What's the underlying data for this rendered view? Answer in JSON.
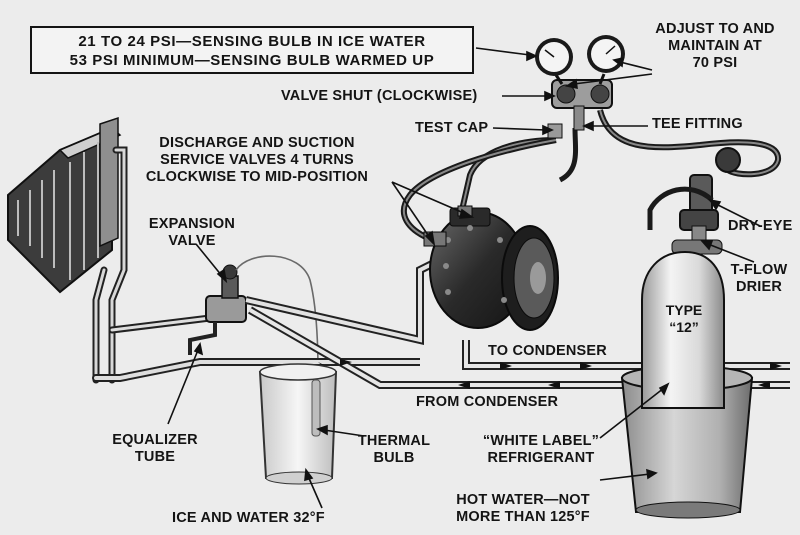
{
  "header_box": {
    "line1": "21 TO 24 PSI—SENSING BULB IN ICE WATER",
    "line2": "53 PSI MINIMUM—SENSING BULB WARMED UP"
  },
  "labels": {
    "adjust": [
      "ADJUST TO AND",
      "MAINTAIN AT",
      "70 PSI"
    ],
    "valve_shut": "VALVE SHUT (CLOCKWISE)",
    "test_cap": "TEST CAP",
    "tee_fitting": "TEE FITTING",
    "service_valves": [
      "DISCHARGE AND SUCTION",
      "SERVICE VALVES 4 TURNS",
      "CLOCKWISE TO MID-POSITION"
    ],
    "expansion_valve": [
      "EXPANSION",
      "VALVE"
    ],
    "dry_eye": "DRY-EYE",
    "t_flow_drier": [
      "T-FLOW",
      "DRIER"
    ],
    "tank_type": [
      "TYPE",
      "“12”"
    ],
    "to_condenser": "TO CONDENSER",
    "from_condenser": "FROM CONDENSER",
    "equalizer_tube": [
      "EQUALIZER",
      "TUBE"
    ],
    "thermal_bulb": [
      "THERMAL",
      "BULB"
    ],
    "white_label": [
      "“WHITE LABEL”",
      "REFRIGERANT"
    ],
    "ice_water": "ICE AND WATER 32°F",
    "hot_water": [
      "HOT WATER—NOT",
      "MORE THAN 125°F"
    ]
  },
  "colors": {
    "background": "#ececec",
    "ink": "#141414",
    "metal_dark": "#3a3a3a",
    "metal_light": "#d8d8d8"
  }
}
